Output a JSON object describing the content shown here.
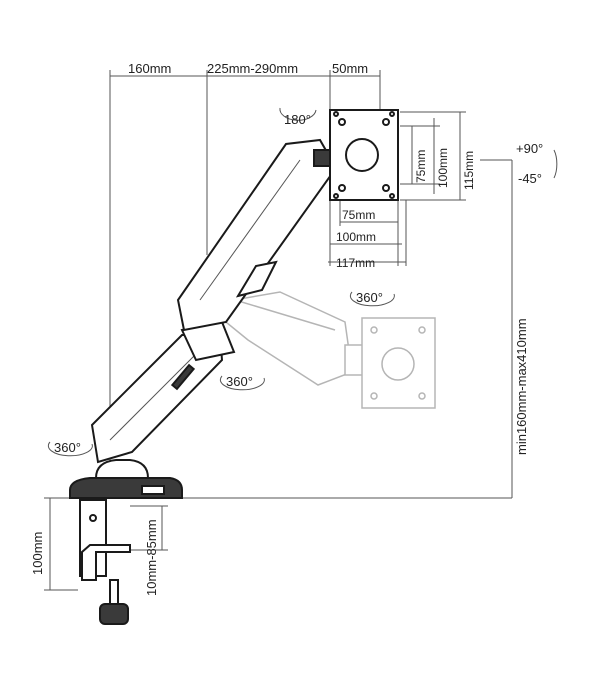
{
  "dimensions": {
    "reach_1": "160mm",
    "reach_2": "225mm-290mm",
    "reach_3": "50mm",
    "vesa_small_w": "75mm",
    "vesa_large_w": "100mm",
    "plate_w": "117mm",
    "vesa_small_h": "75mm",
    "vesa_large_h": "100mm",
    "plate_h": "115mm",
    "height_range": "min160mm-max410mm",
    "clamp_height": "100mm",
    "desk_thickness": "10mm-85mm"
  },
  "rotations": {
    "plate_rotation": "180°",
    "tilt_up": "+90°",
    "tilt_down": "-45°",
    "ghost_rotation": "360°",
    "elbow_rotation": "360°",
    "base_rotation": "360°"
  },
  "colors": {
    "line": "#1a1a1a",
    "dimension": "#555555",
    "ghost": "#b5b5b5"
  }
}
